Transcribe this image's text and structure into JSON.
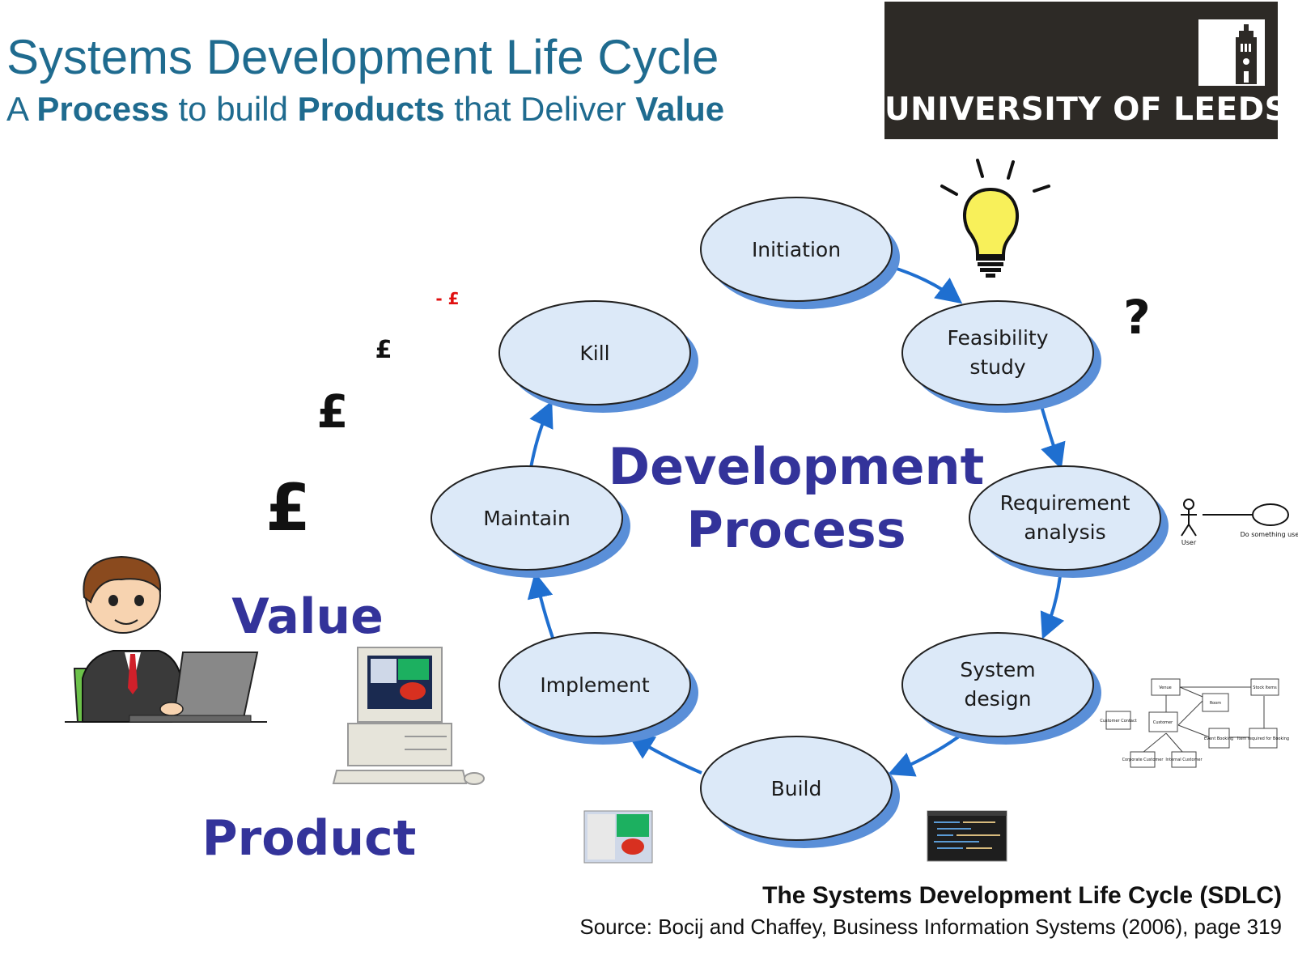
{
  "header": {
    "title": "Systems Development Life Cycle",
    "subtitle_parts": [
      "A ",
      "Process",
      " to build ",
      "Products",
      " that Deliver ",
      "Value"
    ]
  },
  "logo": {
    "text": "UNIVERSITY OF LEEDS"
  },
  "cycle": {
    "nodes": [
      "Initiation",
      "Feasibility study",
      "Requirement analysis",
      "System design",
      "Build",
      "Implement",
      "Maintain",
      "Kill"
    ],
    "center_line1": "Development",
    "center_line2": "Process"
  },
  "labels": {
    "value": "Value",
    "product": "Product"
  },
  "money": {
    "symbols": [
      "£",
      "£",
      "£",
      "- £"
    ]
  },
  "icons": {
    "question": "?"
  },
  "uml_use_case": {
    "actor": "User",
    "use_case": "Do something useful"
  },
  "class_diagram": {
    "boxes": [
      "Venue",
      "Stock Items",
      "Room",
      "Customer Contact",
      "Customer",
      "Event Booking",
      "Item required for Booking",
      "Corporate Customer",
      "Internal Customer"
    ]
  },
  "footer": {
    "caption": "The Systems Development Life Cycle (SDLC)",
    "source": "Source: Bocij and Chaffey, Business Information Systems (2006), page 319"
  },
  "colors": {
    "title": "#1f6b8f",
    "accent": "#33339a",
    "node_fill": "#dce9f8",
    "node_shadow": "#5a8fd8",
    "arrow": "#1f6fd0",
    "money_red": "#e01010"
  }
}
